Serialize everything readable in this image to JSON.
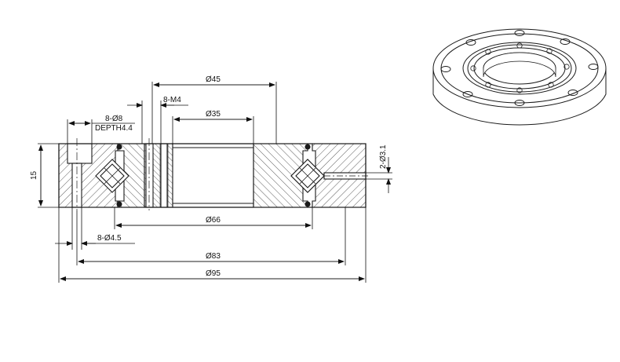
{
  "drawing": {
    "type": "crossed roller bearing section",
    "dimensions": {
      "d45": "Ø45",
      "m4": "8-M4",
      "d35": "Ø35",
      "d8": "8-Ø8",
      "depth": "DEPTH4.4",
      "h15": "15",
      "d31": "2-Ø3.1",
      "d66": "Ø66",
      "d45b": "8-Ø4.5",
      "d83": "Ø83",
      "d95": "Ø95"
    },
    "colors": {
      "line": "#1a1a1a",
      "hatch": "#333333",
      "background": "#ffffff"
    }
  }
}
